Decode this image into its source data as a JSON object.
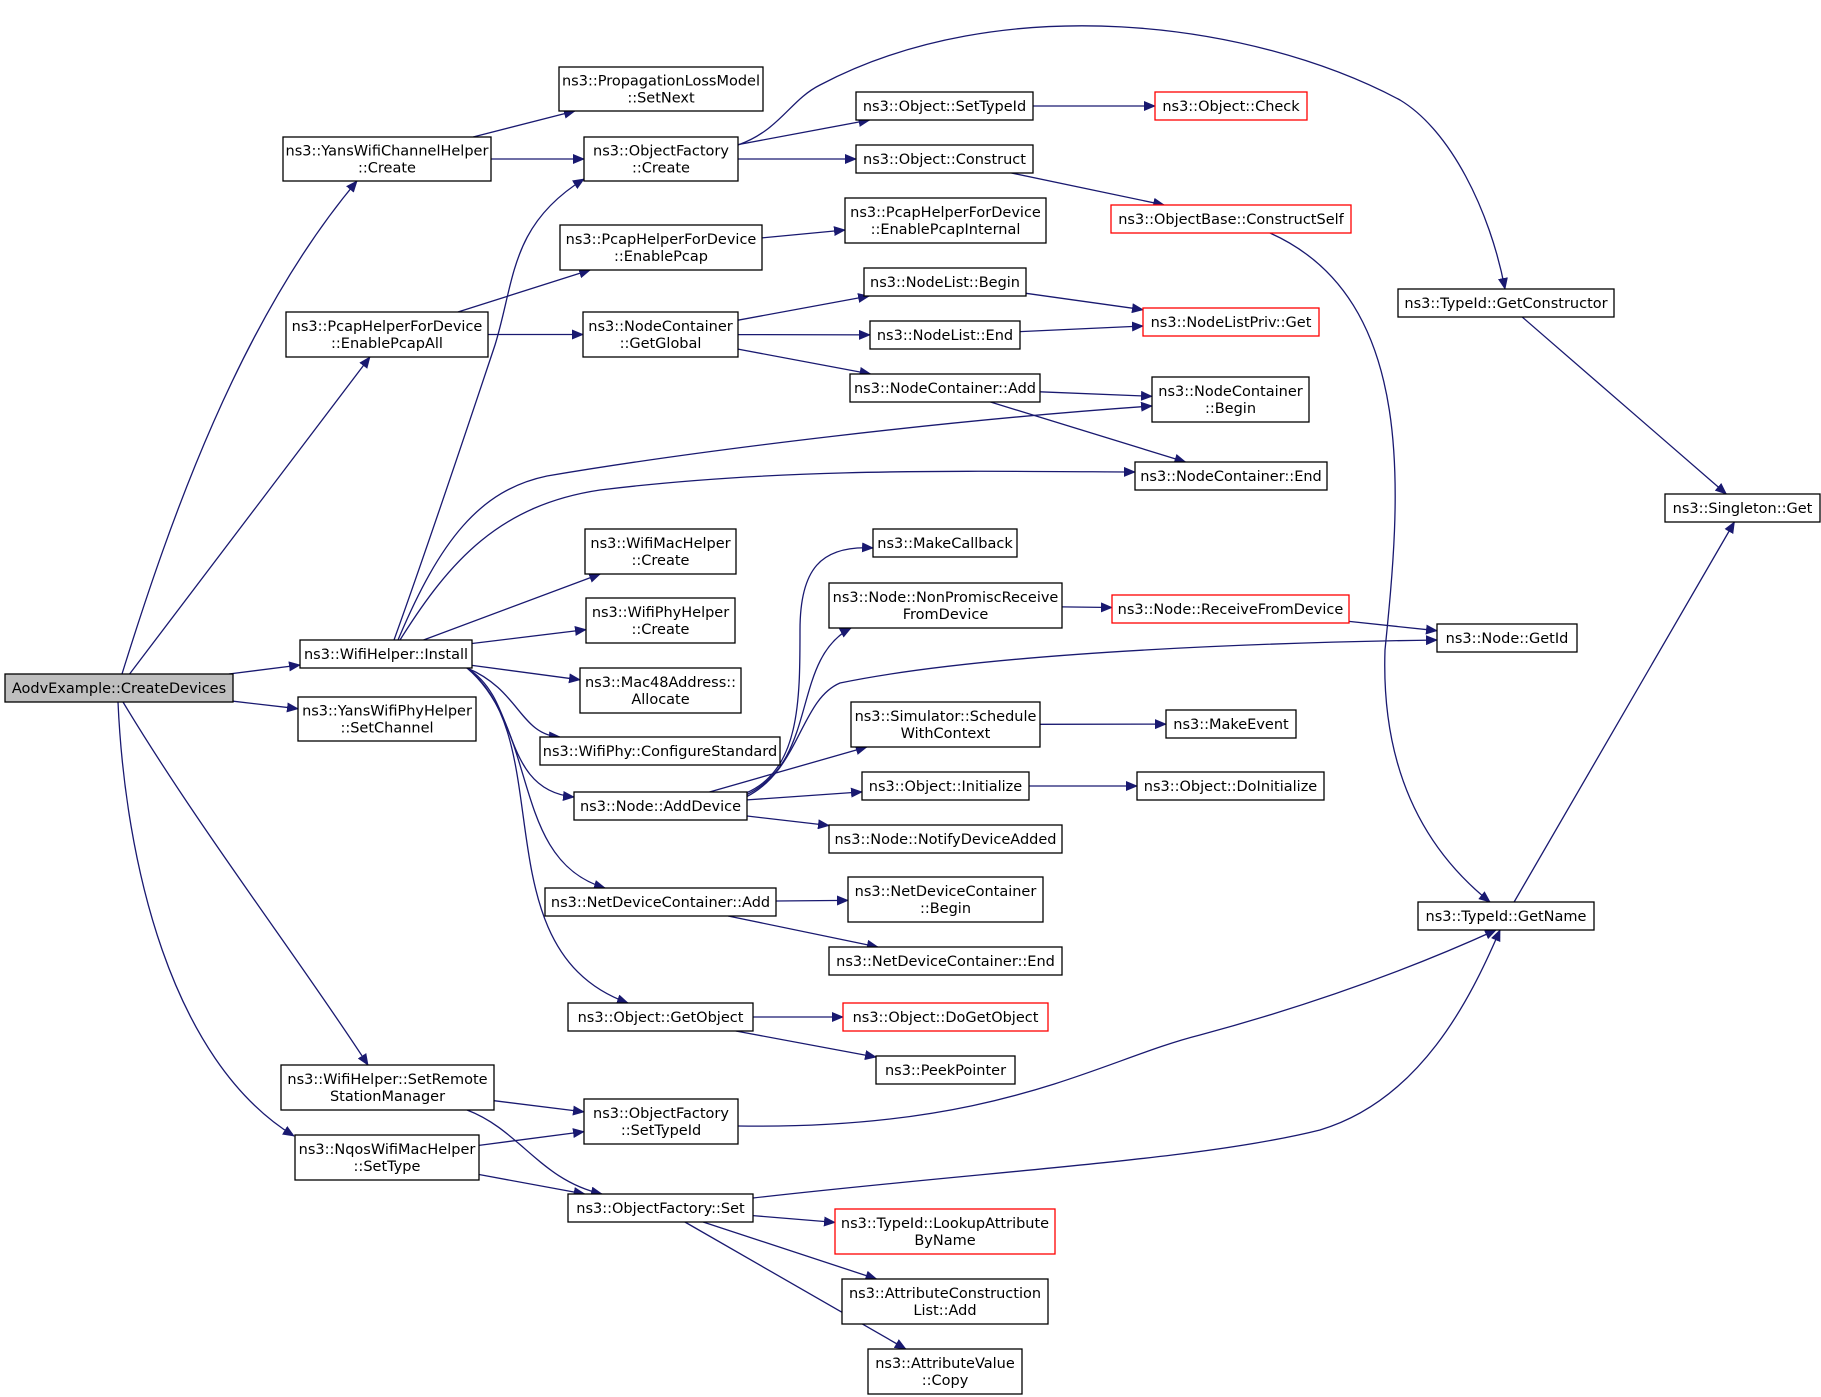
{
  "diagram": {
    "colors": {
      "edge": "#191970",
      "box_border": "#000000",
      "truncated_border": "#ff0000",
      "root_fill": "#bfbfbf"
    },
    "nodes": [
      {
        "id": "root",
        "lines": [
          "AodvExample::CreateDevices"
        ],
        "style": "root"
      },
      {
        "id": "yansChanCreate",
        "lines": [
          "ns3::YansWifiChannelHelper",
          "::Create"
        ]
      },
      {
        "id": "pcapAll",
        "lines": [
          "ns3::PcapHelperForDevice",
          "::EnablePcapAll"
        ]
      },
      {
        "id": "wifiInstall",
        "lines": [
          "ns3::WifiHelper::Install"
        ]
      },
      {
        "id": "yansPhySetChannel",
        "lines": [
          "ns3::YansWifiPhyHelper",
          "::SetChannel"
        ]
      },
      {
        "id": "wifiSetRemote",
        "lines": [
          "ns3::WifiHelper::SetRemote",
          "StationManager"
        ]
      },
      {
        "id": "nqosSetType",
        "lines": [
          "ns3::NqosWifiMacHelper",
          "::SetType"
        ]
      },
      {
        "id": "propSetNext",
        "lines": [
          "ns3::PropagationLossModel",
          "::SetNext"
        ]
      },
      {
        "id": "ofCreate",
        "lines": [
          "ns3::ObjectFactory",
          "::Create"
        ]
      },
      {
        "id": "pcapEnable",
        "lines": [
          "ns3::PcapHelperForDevice",
          "::EnablePcap"
        ]
      },
      {
        "id": "ncGetGlobal",
        "lines": [
          "ns3::NodeContainer",
          "::GetGlobal"
        ]
      },
      {
        "id": "wifiMacCreate",
        "lines": [
          "ns3::WifiMacHelper",
          "::Create"
        ]
      },
      {
        "id": "wifiPhyCreate",
        "lines": [
          "ns3::WifiPhyHelper",
          "::Create"
        ]
      },
      {
        "id": "macAllocate",
        "lines": [
          "ns3::Mac48Address::",
          "Allocate"
        ]
      },
      {
        "id": "phyConfigStd",
        "lines": [
          "ns3::WifiPhy::ConfigureStandard"
        ]
      },
      {
        "id": "nodeAddDevice",
        "lines": [
          "ns3::Node::AddDevice"
        ]
      },
      {
        "id": "ndcAdd",
        "lines": [
          "ns3::NetDeviceContainer::Add"
        ]
      },
      {
        "id": "objGetObject",
        "lines": [
          "ns3::Object::GetObject"
        ]
      },
      {
        "id": "ofSetTypeId",
        "lines": [
          "ns3::ObjectFactory",
          "::SetTypeId"
        ]
      },
      {
        "id": "ofSet",
        "lines": [
          "ns3::ObjectFactory::Set"
        ]
      },
      {
        "id": "objSetTypeId",
        "lines": [
          "ns3::Object::SetTypeId"
        ]
      },
      {
        "id": "objConstruct",
        "lines": [
          "ns3::Object::Construct"
        ]
      },
      {
        "id": "pcapInternal",
        "lines": [
          "ns3::PcapHelperForDevice",
          "::EnablePcapInternal"
        ]
      },
      {
        "id": "nlBegin",
        "lines": [
          "ns3::NodeList::Begin"
        ]
      },
      {
        "id": "nlEnd",
        "lines": [
          "ns3::NodeList::End"
        ]
      },
      {
        "id": "ncAdd",
        "lines": [
          "ns3::NodeContainer::Add"
        ]
      },
      {
        "id": "makeCallback",
        "lines": [
          "ns3::MakeCallback"
        ]
      },
      {
        "id": "nodeNonPromisc",
        "lines": [
          "ns3::Node::NonPromiscReceive",
          "FromDevice"
        ]
      },
      {
        "id": "simSchedule",
        "lines": [
          "ns3::Simulator::Schedule",
          "WithContext"
        ]
      },
      {
        "id": "objInitialize",
        "lines": [
          "ns3::Object::Initialize"
        ]
      },
      {
        "id": "nodeNotify",
        "lines": [
          "ns3::Node::NotifyDeviceAdded"
        ]
      },
      {
        "id": "ndcBegin",
        "lines": [
          "ns3::NetDeviceContainer",
          "::Begin"
        ]
      },
      {
        "id": "ndcEnd",
        "lines": [
          "ns3::NetDeviceContainer::End"
        ]
      },
      {
        "id": "objDoGetObject",
        "lines": [
          "ns3::Object::DoGetObject"
        ],
        "style": "red"
      },
      {
        "id": "peekPointer",
        "lines": [
          "ns3::PeekPointer"
        ]
      },
      {
        "id": "tidLookup",
        "lines": [
          "ns3::TypeId::LookupAttribute",
          "ByName"
        ],
        "style": "red"
      },
      {
        "id": "aclAdd",
        "lines": [
          "ns3::AttributeConstruction",
          "List::Add"
        ]
      },
      {
        "id": "avCopy",
        "lines": [
          "ns3::AttributeValue",
          "::Copy"
        ]
      },
      {
        "id": "objCheck",
        "lines": [
          "ns3::Object::Check"
        ],
        "style": "red"
      },
      {
        "id": "obConstructSelf",
        "lines": [
          "ns3::ObjectBase::ConstructSelf"
        ],
        "style": "red"
      },
      {
        "id": "nlpGet",
        "lines": [
          "ns3::NodeListPriv::Get"
        ],
        "style": "red"
      },
      {
        "id": "ncBegin",
        "lines": [
          "ns3::NodeContainer",
          "::Begin"
        ]
      },
      {
        "id": "ncEnd",
        "lines": [
          "ns3::NodeContainer::End"
        ]
      },
      {
        "id": "nodeReceive",
        "lines": [
          "ns3::Node::ReceiveFromDevice"
        ],
        "style": "red"
      },
      {
        "id": "makeEvent",
        "lines": [
          "ns3::MakeEvent"
        ]
      },
      {
        "id": "objDoInit",
        "lines": [
          "ns3::Object::DoInitialize"
        ]
      },
      {
        "id": "tidGetCtor",
        "lines": [
          "ns3::TypeId::GetConstructor"
        ]
      },
      {
        "id": "nodeGetId",
        "lines": [
          "ns3::Node::GetId"
        ]
      },
      {
        "id": "tidGetName",
        "lines": [
          "ns3::TypeId::GetName"
        ]
      },
      {
        "id": "singletonGet",
        "lines": [
          "ns3::Singleton::Get"
        ]
      }
    ],
    "edges": [
      [
        "root",
        "yansChanCreate"
      ],
      [
        "root",
        "pcapAll"
      ],
      [
        "root",
        "wifiInstall"
      ],
      [
        "root",
        "yansPhySetChannel"
      ],
      [
        "root",
        "wifiSetRemote"
      ],
      [
        "root",
        "nqosSetType"
      ],
      [
        "yansChanCreate",
        "propSetNext"
      ],
      [
        "yansChanCreate",
        "ofCreate"
      ],
      [
        "pcapAll",
        "pcapEnable"
      ],
      [
        "pcapAll",
        "ncGetGlobal"
      ],
      [
        "wifiInstall",
        "ofCreate"
      ],
      [
        "wifiInstall",
        "ncBegin"
      ],
      [
        "wifiInstall",
        "ncEnd"
      ],
      [
        "wifiInstall",
        "wifiMacCreate"
      ],
      [
        "wifiInstall",
        "wifiPhyCreate"
      ],
      [
        "wifiInstall",
        "macAllocate"
      ],
      [
        "wifiInstall",
        "phyConfigStd"
      ],
      [
        "wifiInstall",
        "nodeAddDevice"
      ],
      [
        "wifiInstall",
        "ndcAdd"
      ],
      [
        "wifiInstall",
        "objGetObject"
      ],
      [
        "wifiSetRemote",
        "ofSetTypeId"
      ],
      [
        "wifiSetRemote",
        "ofSet"
      ],
      [
        "nqosSetType",
        "ofSetTypeId"
      ],
      [
        "nqosSetType",
        "ofSet"
      ],
      [
        "ofCreate",
        "objSetTypeId"
      ],
      [
        "ofCreate",
        "objConstruct"
      ],
      [
        "ofCreate",
        "tidGetCtor"
      ],
      [
        "pcapEnable",
        "pcapInternal"
      ],
      [
        "ncGetGlobal",
        "nlBegin"
      ],
      [
        "ncGetGlobal",
        "nlEnd"
      ],
      [
        "ncGetGlobal",
        "ncAdd"
      ],
      [
        "nodeAddDevice",
        "makeCallback"
      ],
      [
        "nodeAddDevice",
        "nodeNonPromisc"
      ],
      [
        "nodeAddDevice",
        "nodeGetId"
      ],
      [
        "nodeAddDevice",
        "simSchedule"
      ],
      [
        "nodeAddDevice",
        "objInitialize"
      ],
      [
        "nodeAddDevice",
        "nodeNotify"
      ],
      [
        "ndcAdd",
        "ndcBegin"
      ],
      [
        "ndcAdd",
        "ndcEnd"
      ],
      [
        "objGetObject",
        "objDoGetObject"
      ],
      [
        "objGetObject",
        "peekPointer"
      ],
      [
        "ofSetTypeId",
        "tidGetName"
      ],
      [
        "ofSet",
        "tidGetName"
      ],
      [
        "ofSet",
        "tidLookup"
      ],
      [
        "ofSet",
        "aclAdd"
      ],
      [
        "ofSet",
        "avCopy"
      ],
      [
        "objSetTypeId",
        "objCheck"
      ],
      [
        "objConstruct",
        "obConstructSelf"
      ],
      [
        "obConstructSelf",
        "tidGetName"
      ],
      [
        "nlBegin",
        "nlpGet"
      ],
      [
        "nlEnd",
        "nlpGet"
      ],
      [
        "ncAdd",
        "ncBegin"
      ],
      [
        "ncAdd",
        "ncEnd"
      ],
      [
        "nodeNonPromisc",
        "nodeReceive"
      ],
      [
        "nodeReceive",
        "nodeGetId"
      ],
      [
        "simSchedule",
        "makeEvent"
      ],
      [
        "objInitialize",
        "objDoInit"
      ],
      [
        "tidGetCtor",
        "singletonGet"
      ],
      [
        "tidGetName",
        "singletonGet"
      ]
    ]
  }
}
